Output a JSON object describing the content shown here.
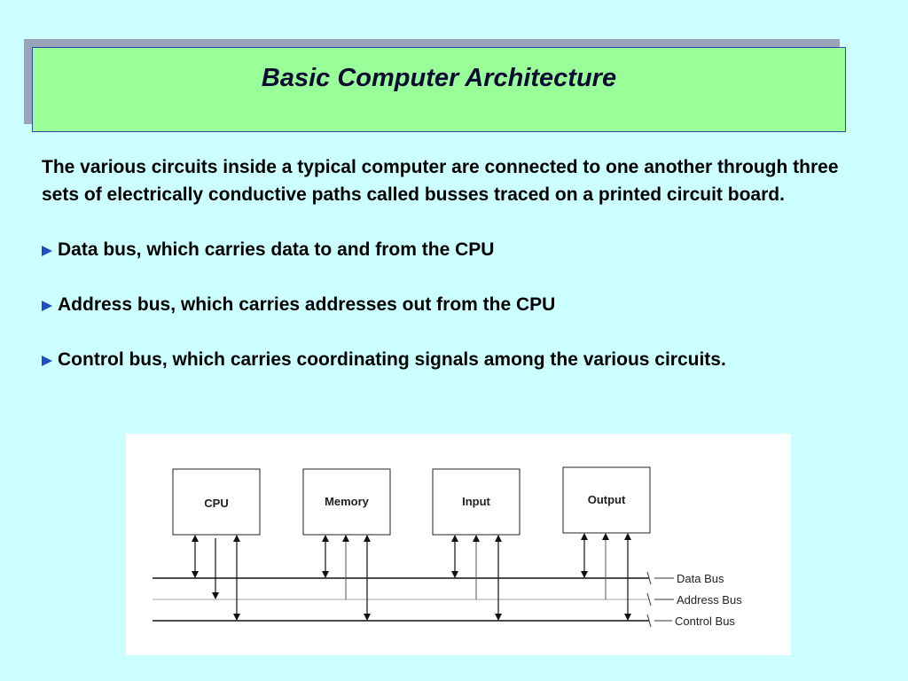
{
  "slide": {
    "title": "Basic Computer Architecture",
    "intro": "The various circuits inside a typical computer are connected to one another through three sets of electrically conductive paths called busses traced on a printed circuit board.",
    "bullets": [
      "Data bus, which carries data to and from the CPU",
      "Address bus, which carries addresses out from the CPU",
      "Control bus, which carries coordinating signals among the various circuits."
    ],
    "bullet_icon": "triangle-bullet-icon",
    "colors": {
      "background": "#ccffff",
      "title_box": "#99ff99",
      "bullet": "#1f4fbf"
    }
  },
  "diagram": {
    "blocks": [
      "CPU",
      "Memory",
      "Input",
      "Output"
    ],
    "buses": [
      "Data Bus",
      "Address Bus",
      "Control Bus"
    ]
  }
}
